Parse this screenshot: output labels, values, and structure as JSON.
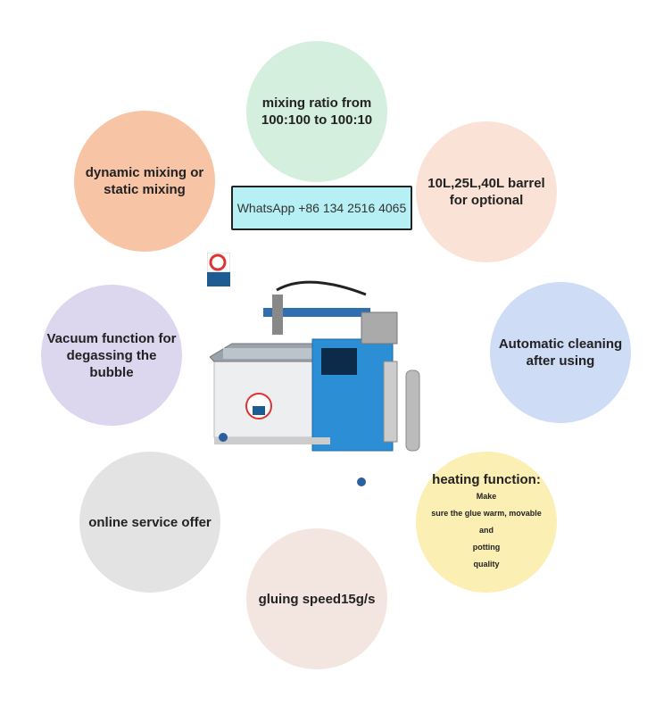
{
  "features": {
    "mixing_ratio": "mixing ratio from 100:100 to 100:10",
    "mixing_type": "dynamic mixing  or static mixing",
    "barrel": "10L,25L,40L barrel for optional",
    "vacuum": "Vacuum function for degassing the bubble",
    "cleaning": "Automatic  cleaning after using",
    "service": "online service offer",
    "heating_title": "heating function:",
    "heating_lead": "Make",
    "heating_line2": "sure the glue warm, movable and",
    "heating_line3": "potting",
    "heating_line4": "quality",
    "speed": "gluing speed15g/s"
  },
  "contact": {
    "whatsapp": "WhatsApp +86 134 2516 4065"
  },
  "colors": {
    "green": "#d5efdf",
    "peach": "#f7c4a6",
    "pink": "#fae3d6",
    "lavender": "#dcd6ee",
    "blue": "#cfdcf5",
    "gray": "#e3e3e3",
    "yellow": "#fcefb4",
    "rose": "#f3e6e0"
  }
}
